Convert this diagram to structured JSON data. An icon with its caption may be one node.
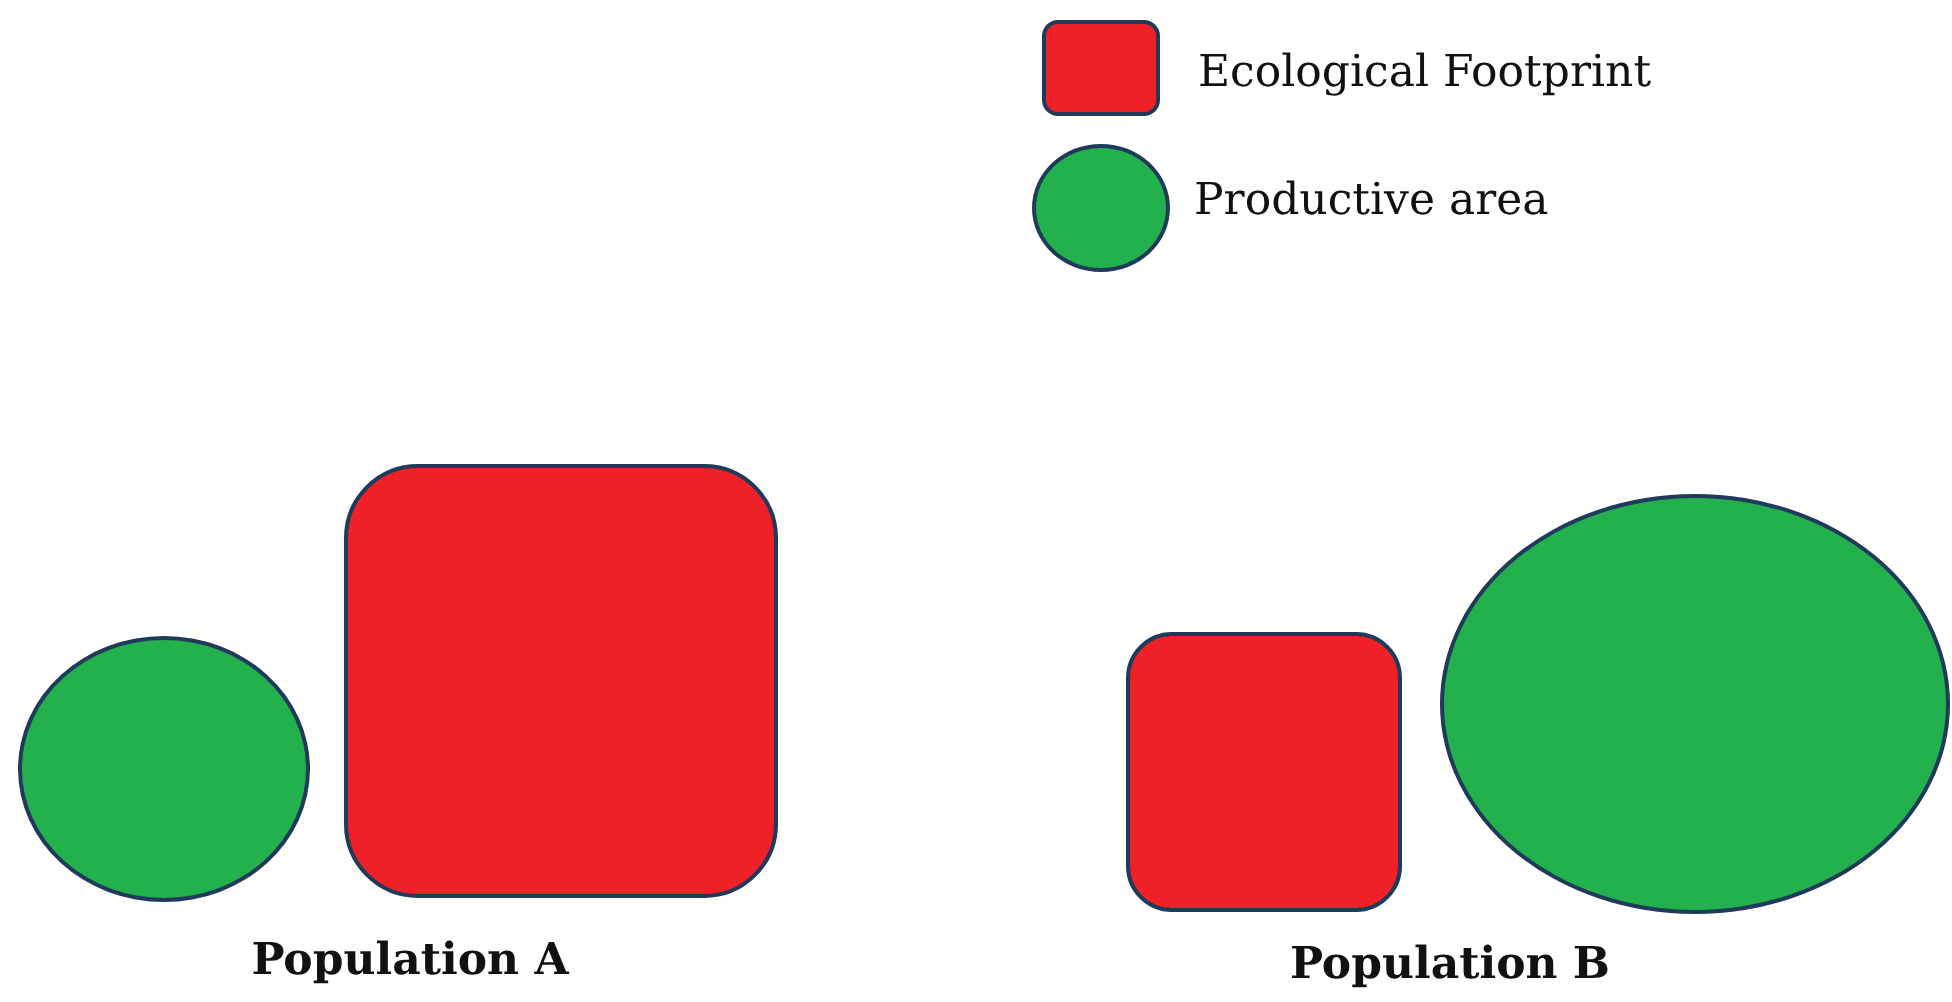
{
  "diagram": {
    "nodes": [
      {
        "text": [],
        "shape": "circle"
      },
      {
        "text": [],
        "shape": "box"
      },
      {
        "text": [],
        "shape": "box"
      },
      {
        "text": [],
        "shape": "circle"
      }
    ],
    "labels": [
      "Population A",
      "Population B"
    ],
    "legend": [
      {
        "text": "Ecological Footprint",
        "color": "#ee2028"
      },
      {
        "text": "Productive area",
        "color": "#22b14c"
      }
    ]
  }
}
